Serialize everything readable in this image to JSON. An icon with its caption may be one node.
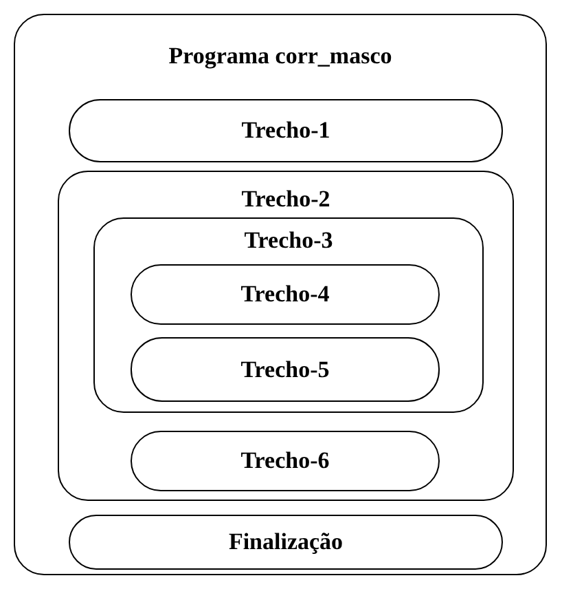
{
  "diagram": {
    "nodes": [
      {
        "text": [
          "Programa corr_masco"
        ]
      },
      {
        "text": [
          "Trecho-1"
        ],
        "in": 0
      },
      {
        "text": [
          "Trecho-2"
        ],
        "in": 0
      },
      {
        "text": [
          "Trecho-3"
        ],
        "in": 2
      },
      {
        "text": [
          "Trecho-4"
        ],
        "in": 3
      },
      {
        "text": [
          "Trecho-5"
        ],
        "in": 3
      },
      {
        "text": [
          "Trecho-6"
        ],
        "in": 2
      },
      {
        "text": [
          "Finalização"
        ],
        "in": 0
      }
    ]
  }
}
